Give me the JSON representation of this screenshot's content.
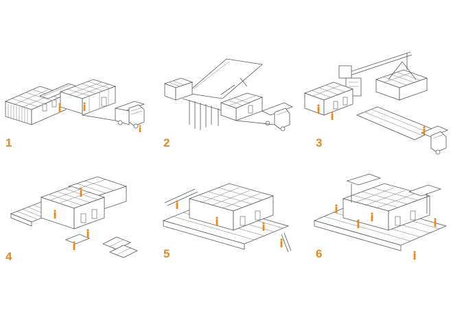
{
  "colors": {
    "accent": "#e8891f",
    "line": "#555555",
    "fill": "#ffffff",
    "panel": "#dddddd"
  },
  "steps": [
    {
      "number": "1"
    },
    {
      "number": "2"
    },
    {
      "number": "3"
    },
    {
      "number": "4"
    },
    {
      "number": "5"
    },
    {
      "number": "6"
    }
  ]
}
